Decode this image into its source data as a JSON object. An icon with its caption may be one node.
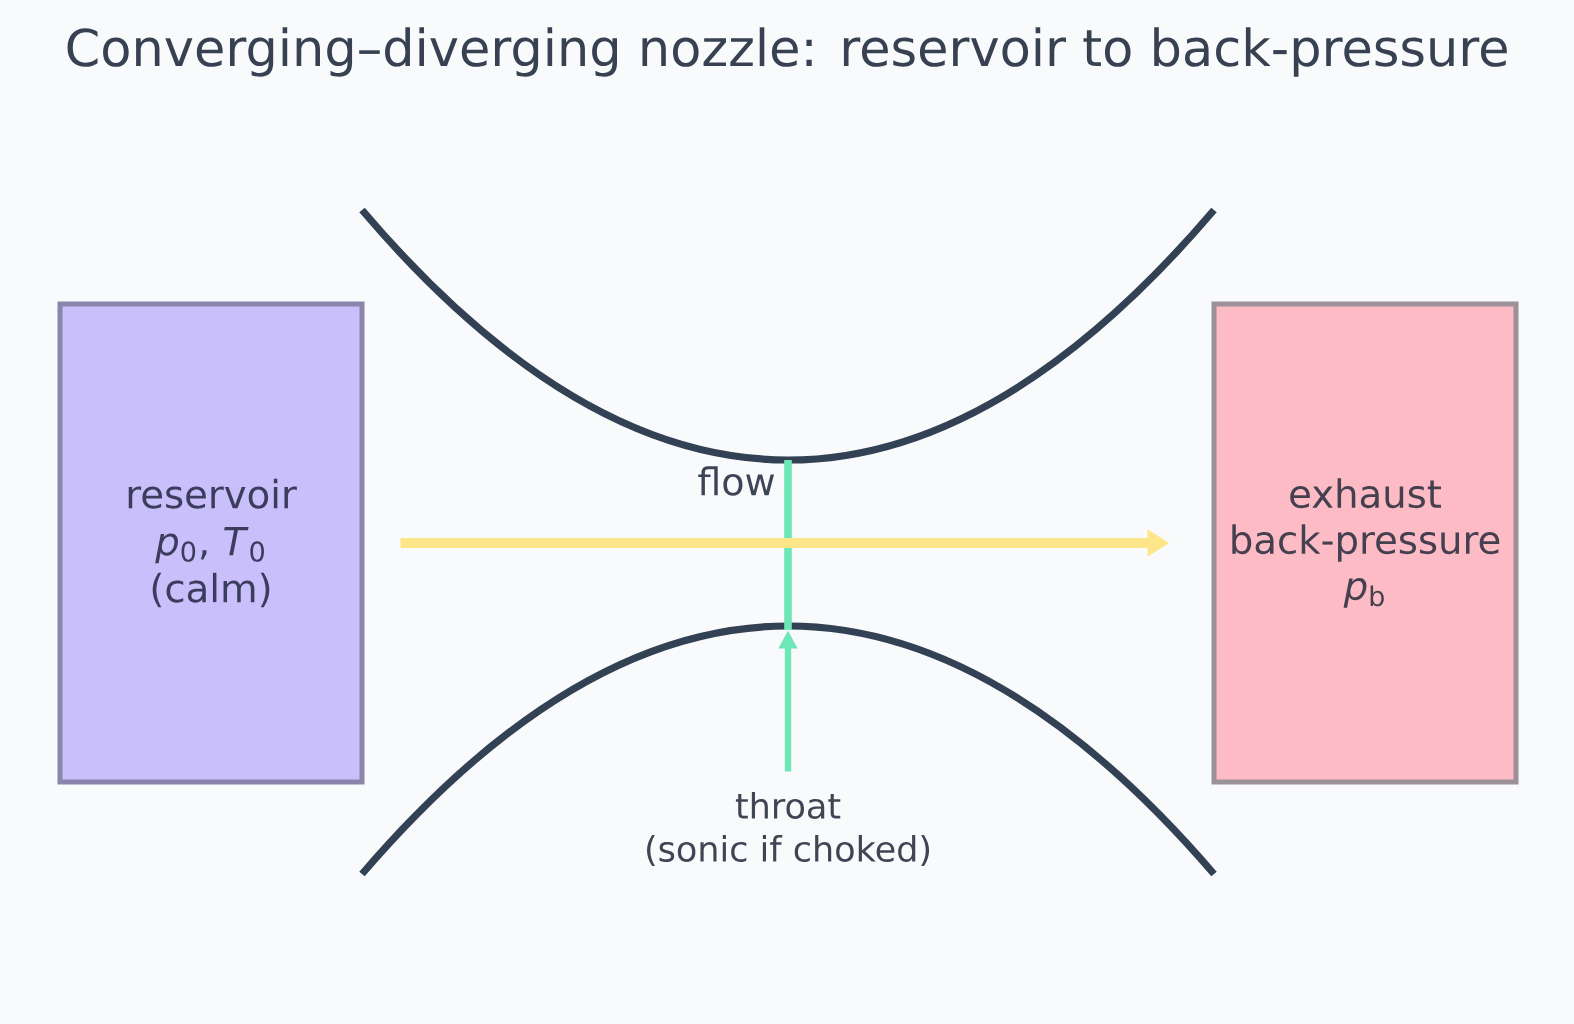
{
  "diagram": {
    "title": "Converging–diverging nozzle: reservoir to back-pressure",
    "nodes": [
      {
        "text": [
          "reservoir",
          "*p*$_{0}$, *T*$_{0}$",
          "(calm)"
        ]
      },
      {
        "text": [
          "exhaust",
          "back-pressure",
          "*p*$_{b}$"
        ]
      },
      {
        "text": [
          "throat",
          "(sonic if choked)"
        ]
      },
      {
        "text": [],
        "shape": "line"
      }
    ],
    "edges": [
      {
        "from": 0,
        "to": 1,
        "arrow": "to",
        "label": "flow",
        "color": "#fde68a"
      },
      {
        "from": 2,
        "to": 3,
        "arrow": "to",
        "color": "#6ee7b7"
      }
    ]
  }
}
